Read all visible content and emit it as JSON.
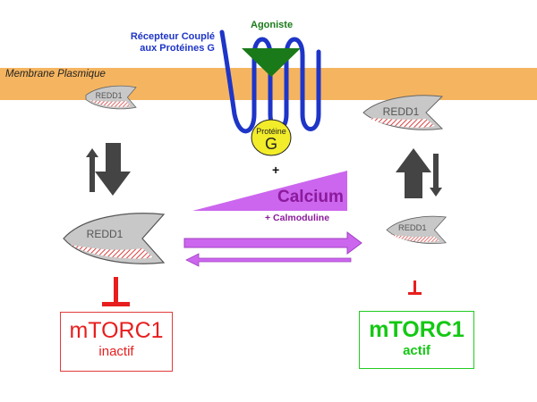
{
  "membrane": {
    "label": "Membrane Plasmique"
  },
  "receptor": {
    "label_line1": "Récepteur Couplé",
    "label_line2": "aux Protéines G"
  },
  "agonist": {
    "label": "Agoniste"
  },
  "g_protein": {
    "label_top": "Protéine",
    "label_letter": "G"
  },
  "redd1": {
    "label": "REDD1"
  },
  "plus": "+",
  "calcium": {
    "label": "Calcium",
    "sub_label": "+ Calmoduline"
  },
  "mtorc1_inactive": {
    "title": "mTORC1",
    "state": "inactif"
  },
  "mtorc1_active": {
    "title": "mTORC1",
    "state": "actif"
  },
  "colors": {
    "membrane": "#f5b560",
    "receptor": "#1e35c8",
    "agonist": "#1a7a1a",
    "g_protein": "#f2ec2a",
    "calcium": "#cc66ee",
    "inhibition": "#e81e1e",
    "active": "#14c814",
    "redd1_body": "#c8c8c8"
  }
}
